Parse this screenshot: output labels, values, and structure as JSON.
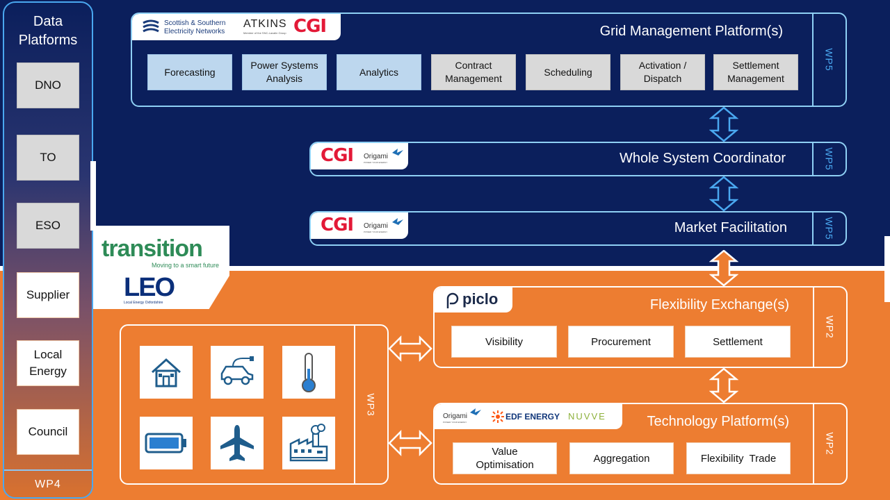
{
  "colors": {
    "navy": "#0b1f5c",
    "orange": "#ed7d31",
    "panel_border_blue": "#8fd0f5",
    "wp_blue": "#4aa8f0",
    "module_blue": "#bdd7ee",
    "module_grey": "#d9d9d9",
    "cgi_red": "#e31937"
  },
  "data_platforms": {
    "title": "Data Platforms",
    "items": [
      "DNO",
      "TO",
      "ESO",
      "Supplier",
      "Local Energy",
      "Council"
    ],
    "wp": "WP4"
  },
  "logos": {
    "transition": "transition",
    "transition_sub": "Moving to a smart future",
    "leo": "LEO",
    "leo_sub": "Local Energy Oxfordshire",
    "ssen_line1": "Scottish & Southern",
    "ssen_line2": "Electricity Networks",
    "atkins": "ATKINS",
    "atkins_sub": "Member of the SNC-Lavalin Group",
    "cgi": "CGI",
    "origami": "Origami",
    "origami_sub": "POWER YOUR ENERGY",
    "piclo": "piclo",
    "edf": "EDF ENERGY",
    "nuvve": "NUVVE"
  },
  "grid_management": {
    "title": "Grid Management Platform(s)",
    "wp": "WP5",
    "modules": [
      "Forecasting",
      "Power Systems Analysis",
      "Analytics",
      "Contract Management",
      "Scheduling",
      "Activation / Dispatch",
      "Settlement Management"
    ]
  },
  "whole_system": {
    "title": "Whole System Coordinator",
    "wp": "WP5"
  },
  "market_facilitation": {
    "title": "Market Facilitation",
    "wp": "WP5"
  },
  "flexibility_exchange": {
    "title": "Flexibility Exchange(s)",
    "wp": "WP2",
    "modules": [
      "Visibility",
      "Procurement",
      "Settlement"
    ]
  },
  "technology_platform": {
    "title": "Technology Platform(s)",
    "wp": "WP2",
    "modules": [
      "Value Optimisation",
      "Aggregation",
      "Flexibility  Trade"
    ]
  },
  "assets": {
    "wp": "WP3",
    "icons": [
      "house-icon",
      "electric-car-icon",
      "thermometer-icon",
      "battery-icon",
      "airplane-icon",
      "factory-icon"
    ]
  }
}
